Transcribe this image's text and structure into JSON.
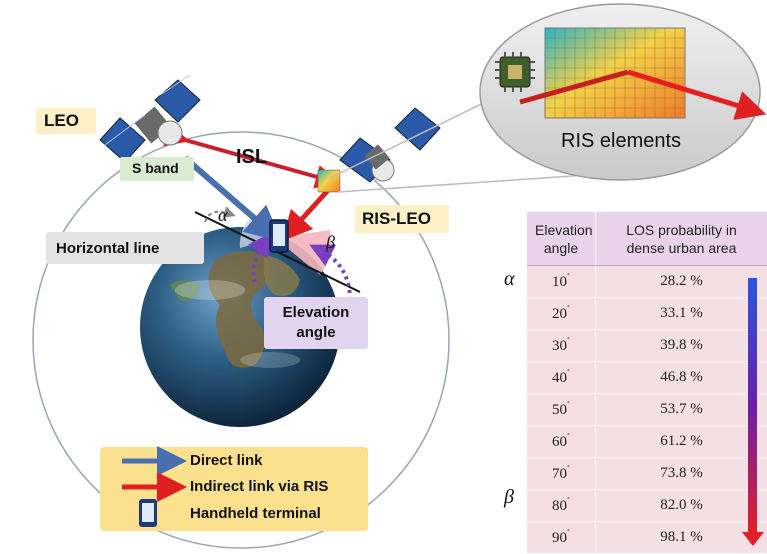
{
  "labels": {
    "leo": "LEO",
    "s_band": "S band",
    "isl": "ISL",
    "ris_leo": "RIS-LEO",
    "horizontal_line": "Horizontal line",
    "elevation_angle": "Elevation angle",
    "ris_elements": "RIS elements",
    "alpha": "α",
    "beta": "β"
  },
  "legend": {
    "items": [
      {
        "label": "Direct link",
        "icon": "blue-arrow-icon"
      },
      {
        "label": "Indirect link via RIS",
        "icon": "red-arrow-icon"
      },
      {
        "label": "Handheld terminal",
        "icon": "phone-icon"
      }
    ]
  },
  "table": {
    "headers": [
      "Elevation angle",
      "LOS probability in dense urban area"
    ],
    "rows": [
      {
        "angle": "10",
        "prob": "28.2 %",
        "marker": "α"
      },
      {
        "angle": "20",
        "prob": "33.1 %"
      },
      {
        "angle": "30",
        "prob": "39.8 %"
      },
      {
        "angle": "40",
        "prob": "46.8 %"
      },
      {
        "angle": "50",
        "prob": "53.7 %"
      },
      {
        "angle": "60",
        "prob": "61.2 %"
      },
      {
        "angle": "70",
        "prob": "73.8 %"
      },
      {
        "angle": "80",
        "prob": "82.0 %",
        "marker": "β"
      },
      {
        "angle": "90",
        "prob": "98.1 %"
      }
    ]
  },
  "colors": {
    "direct": "#4a6fb0",
    "indirect": "#e02020",
    "alpha_box": "#3a6fc8",
    "beta_box": "#c8245a",
    "table_header": "#e9d3ea",
    "table_cell": "#f3dfe4"
  }
}
